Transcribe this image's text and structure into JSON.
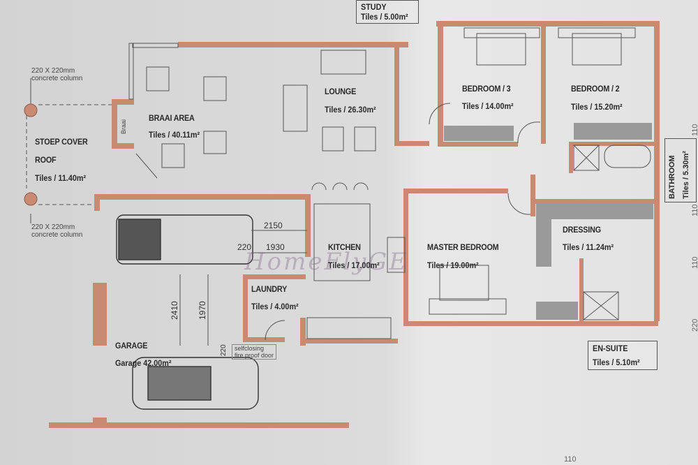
{
  "colors": {
    "wall": "#c98a72",
    "line": "#555555",
    "fill": "#999999"
  },
  "rooms": {
    "study": {
      "name": "STUDY",
      "area": "Tiles / 5.00m²"
    },
    "stoep": {
      "name_line1": "STOEP COVER",
      "name_line2": "ROOF",
      "area": "Tiles / 11.40m²"
    },
    "braai_label": "Braai",
    "braai_area": {
      "name": "BRAAI AREA",
      "area": "Tiles / 40.11m²"
    },
    "lounge": {
      "name": "LOUNGE",
      "area": "Tiles / 26.30m²"
    },
    "bedroom3": {
      "name": "BEDROOM / 3",
      "area": "Tiles / 14.00m²"
    },
    "bedroom2": {
      "name": "BEDROOM / 2",
      "area": "Tiles / 15.20m²"
    },
    "bathroom": {
      "name": "BATHROOM",
      "area": "Tiles / 5.30m²"
    },
    "dressing": {
      "name": "DRESSING",
      "area": "Tiles / 11.24m²"
    },
    "master": {
      "name": "MASTER BEDROOM",
      "area": "Tiles / 19.00m²"
    },
    "kitchen": {
      "name": "KITCHEN",
      "area": "Tiles / 17.00m²"
    },
    "laundry": {
      "name": "LAUNDRY",
      "area": "Tiles / 4.00m²"
    },
    "garage": {
      "name": "GARAGE",
      "area": "Garage 42.00m²"
    },
    "ensuite": {
      "name": "EN-SUITE",
      "area": "Tiles / 5.10m²"
    }
  },
  "notes": {
    "column_line1": "220 X 220mm",
    "column_line2": "concrete column",
    "door_line1": "selfclosing",
    "door_line2": "fire proof door"
  },
  "dimensions": {
    "d2150": "2150",
    "d1930": "1930",
    "d220a": "220",
    "d2410": "2410",
    "d1970": "1970",
    "d220b": "220",
    "right1": "110",
    "right2": "110",
    "right3": "110",
    "right4": "220",
    "bottom": "110"
  },
  "watermark": "HomeFlyGE"
}
